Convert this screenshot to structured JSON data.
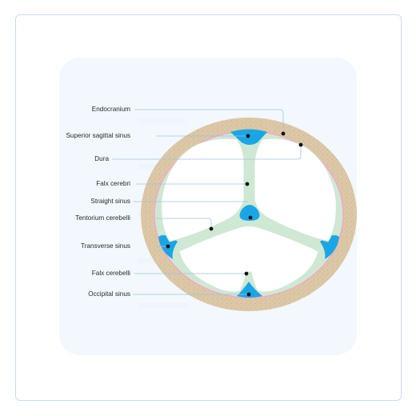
{
  "labels": {
    "endocranium": "Endocranium",
    "superior_sagittal_sinus": "Superior sagittal sinus",
    "dura": "Dura",
    "falx_cerebri": "Falx cerebri",
    "straight_sinus": "Straight sinus",
    "tentorium_cerebelli": "Tentorium cerebelli",
    "transverse_sinus": "Transverse sinus",
    "falx_cerebelli": "Falx cerebelli",
    "occipital_sinus": "Occipital sinus"
  },
  "colors": {
    "bone": "#d9c4a2",
    "dura_line": "#f4a6c8",
    "dura_fill": "#cfe8d4",
    "sinus": "#1aa6e6",
    "brain": "#ffffff",
    "leader": "#9ec3e6",
    "dot": "#111111"
  }
}
